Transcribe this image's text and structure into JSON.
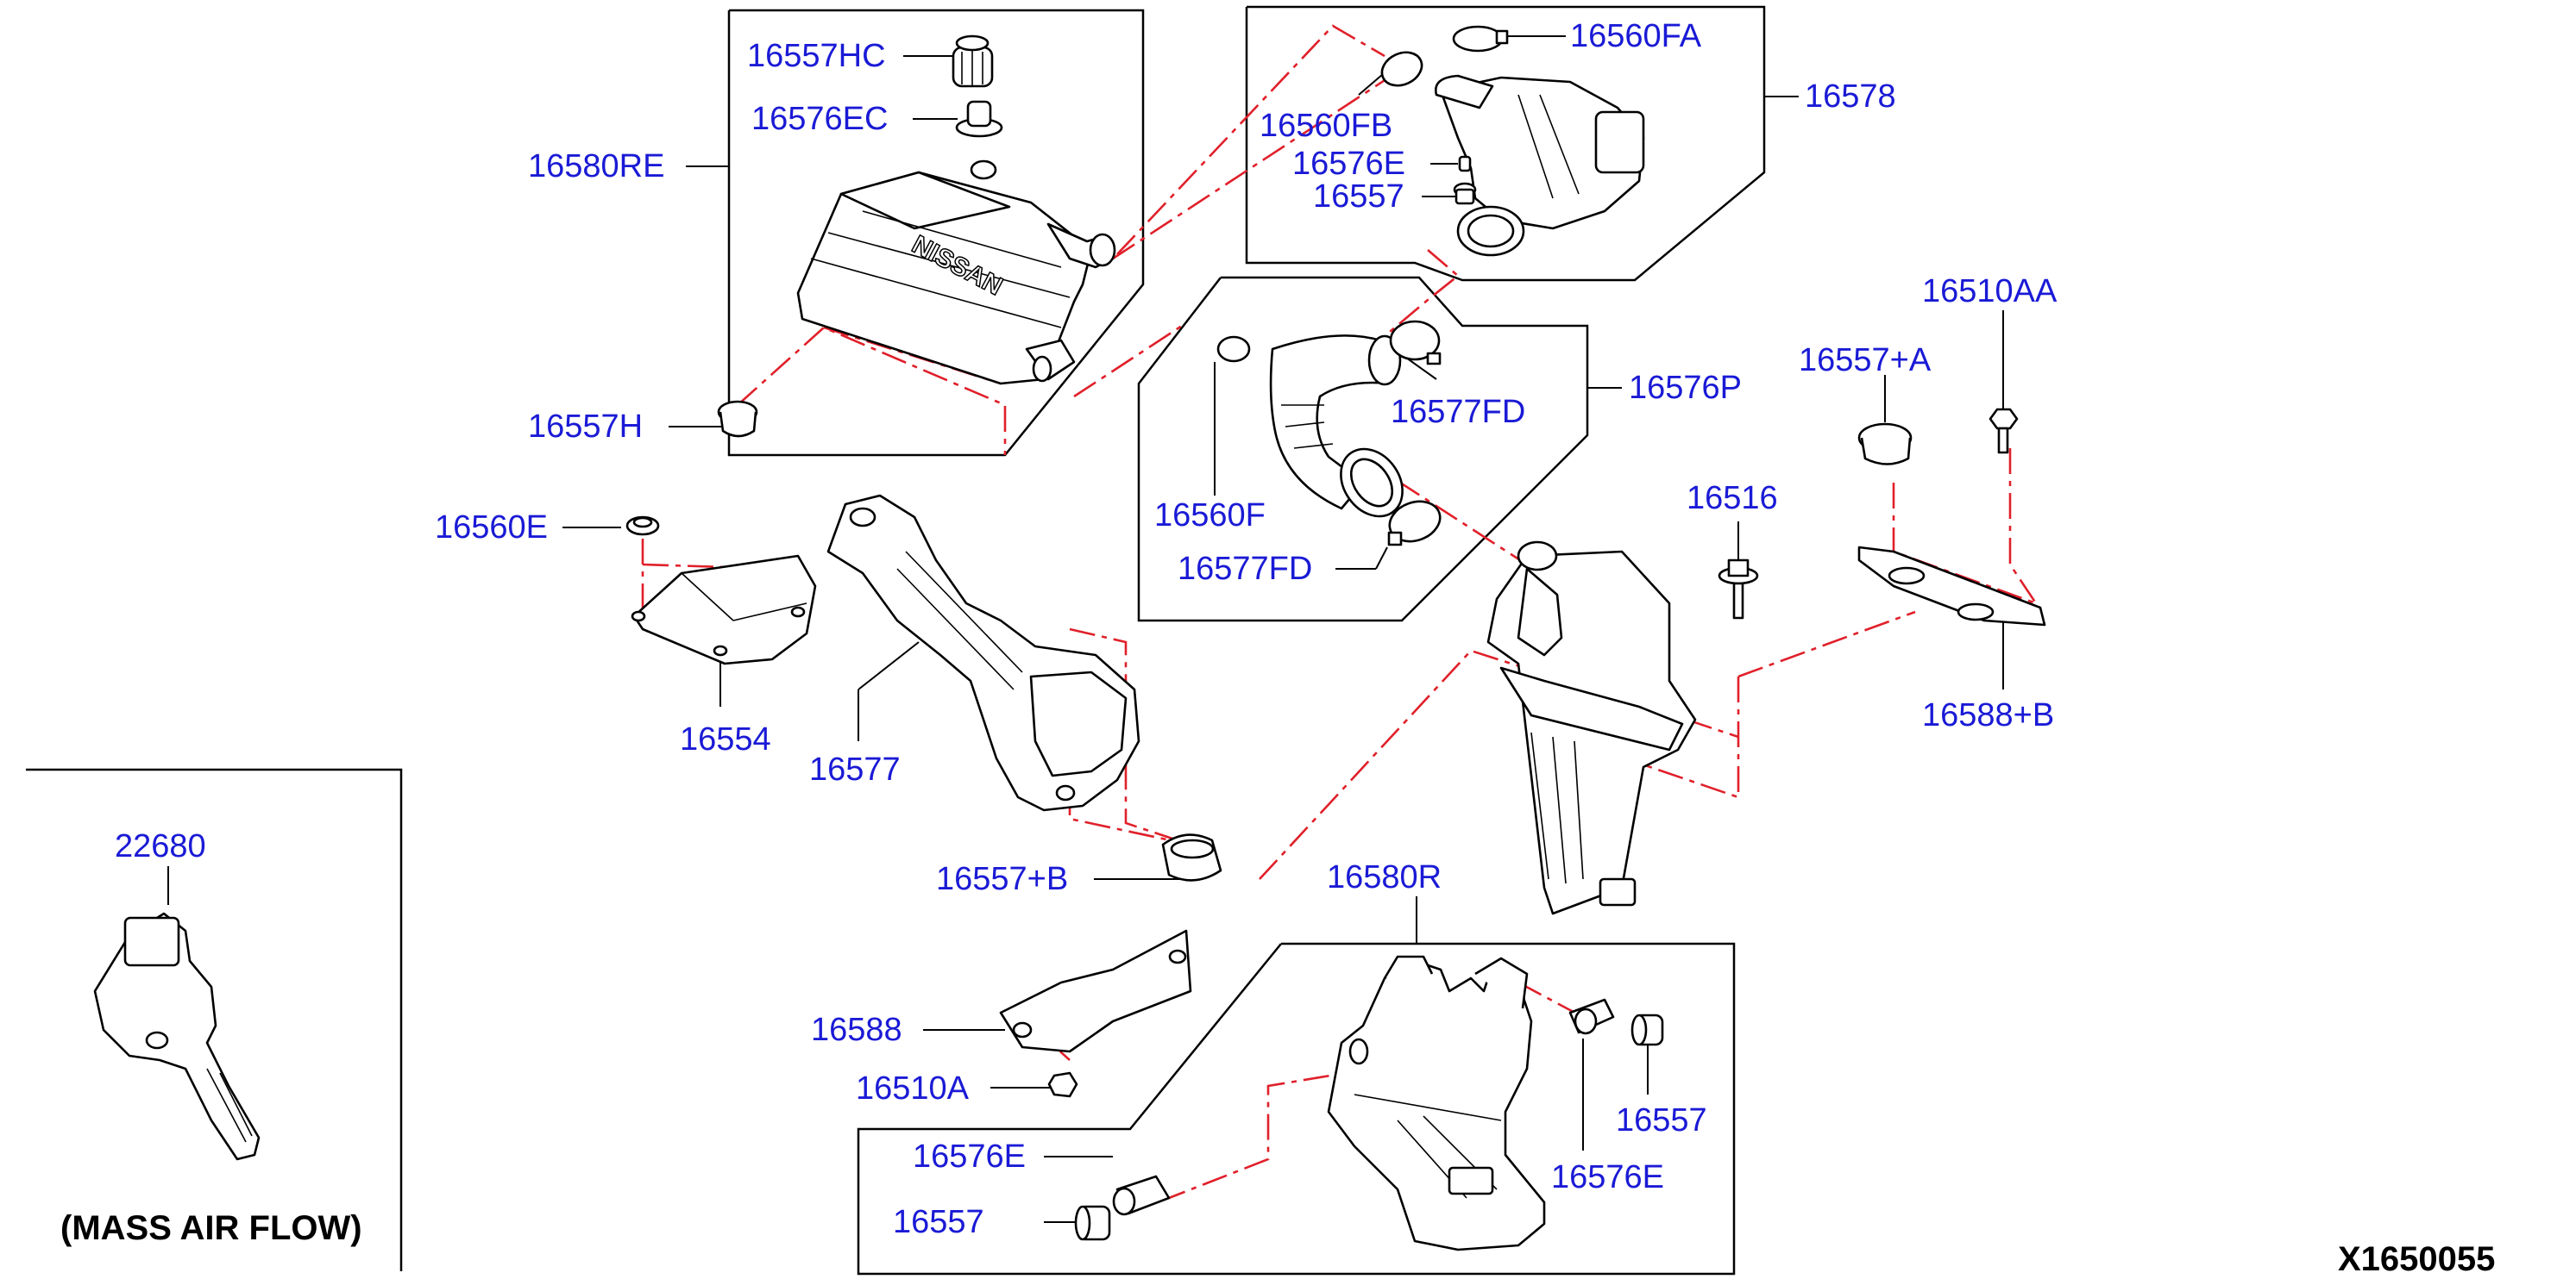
{
  "diagram": {
    "part_labels": [
      "16557HC",
      "16576EC",
      "16580RE",
      "16557H",
      "16560FA",
      "16578",
      "16560FB",
      "16576E",
      "16557",
      "16576P",
      "16577FD",
      "16560F",
      "16577FD",
      "16510AA",
      "16557+A",
      "16516",
      "16588+B",
      "16560E",
      "16554",
      "16577",
      "16557+B",
      "22680",
      "16580R",
      "16588",
      "16510A",
      "16557",
      "16576E",
      "16576E",
      "16557"
    ],
    "caption": "(MASS AIR FLOW)",
    "figure_code": "X1650055",
    "brand_text": "NISSAN"
  }
}
